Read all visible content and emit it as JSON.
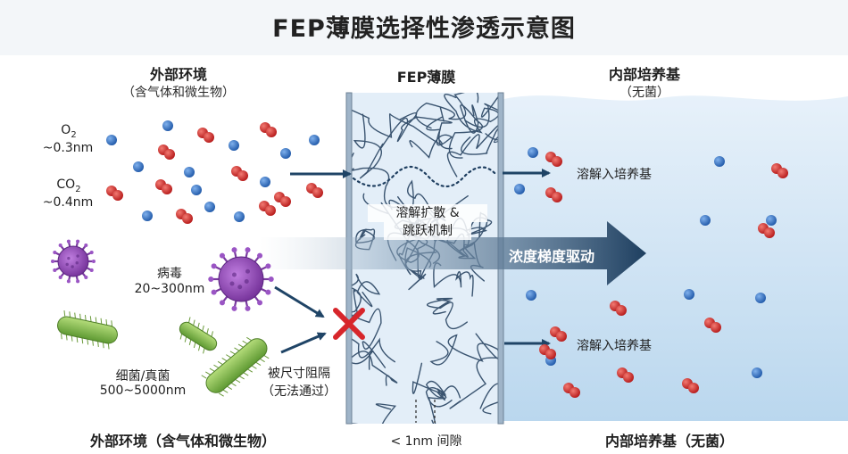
{
  "title": "FEP薄膜选择性渗透示意图",
  "outer": {
    "heading": "外部环境",
    "subheading": "（含气体和微生物）",
    "o2_formula": "O",
    "o2_sub": "2",
    "o2_size": "~0.3nm",
    "co2_formula": "CO",
    "co2_sub": "2",
    "co2_size": "~0.4nm",
    "virus_label": "病毒",
    "virus_size": "20~300nm",
    "bacteria_label": "细菌/真菌",
    "bacteria_size": "500~5000nm",
    "blocked_line1": "被尺寸阻隔",
    "blocked_line2": "（无法通过）"
  },
  "membrane": {
    "heading": "FEP薄膜",
    "mechanism_line1": "溶解扩散 &",
    "mechanism_line2": "跳跃机制",
    "gap_label": "< 1nm 间隙"
  },
  "inner": {
    "heading": "内部培养基",
    "subheading": "（无菌）",
    "dissolve_top": "溶解入培养基",
    "dissolve_bottom": "溶解入培养基"
  },
  "gradient_label": "浓度梯度驱动",
  "footer": {
    "left": "外部环境（含气体和微生物）",
    "right": "内部培养基（无菌）"
  },
  "colors": {
    "o2_molecule": "#2e6fc4",
    "co2_molecule": "#d42a2a",
    "membrane_fill": "#e3eef8",
    "medium": "#cfe4f4",
    "gradient_arrow": "#1e3f60",
    "virus": "#8a3fb0",
    "bacteria": "#79b447",
    "block_mark": "#d7262b"
  }
}
